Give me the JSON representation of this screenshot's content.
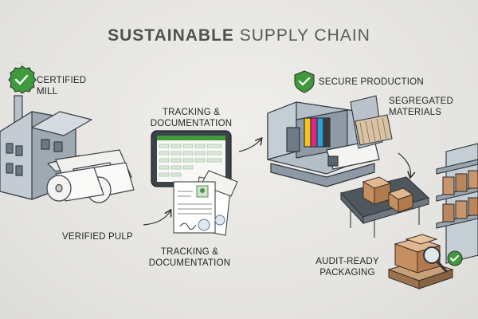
{
  "title": {
    "bold": "SUSTAINABLE",
    "light": "SUPPLY CHAIN"
  },
  "labels": {
    "certified_mill": [
      "CERTIFIED",
      "MILL"
    ],
    "tracking_top": [
      "TRACKING &",
      "DOCUMENTATION"
    ],
    "verified_pulp": "VERIFIED PULP",
    "tracking_bottom": [
      "TRACKING &",
      "DOCUMENTATION"
    ],
    "secure_production": "SECURE PRODUCTION",
    "segregated_materials": [
      "SEGREGATED",
      "MATERIALS"
    ],
    "audit_ready_packaging": [
      "AUDIT-READY",
      "PACKAGING"
    ]
  },
  "icons": [
    "certified-badge-icon",
    "shield-check-icon",
    "magnifier-icon",
    "check-badge-icon",
    "arrow-icon"
  ],
  "colors": {
    "accent_green": "#3e9a3c",
    "ink": "#262626",
    "background": "#e6e5e1",
    "cardboard": "#c9956a",
    "machine_gray": "#9aa4ae"
  }
}
